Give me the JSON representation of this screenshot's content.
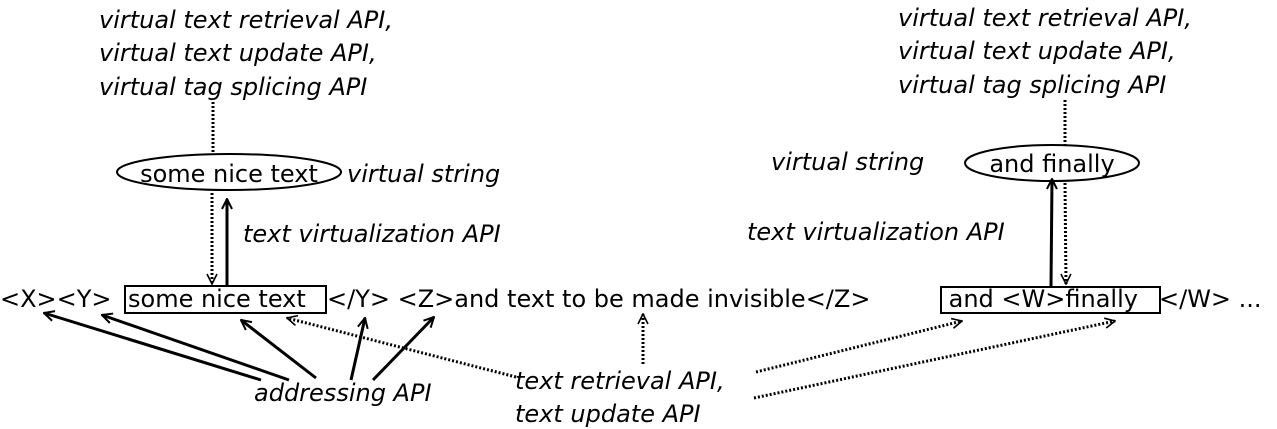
{
  "api_block_left": [
    "virtual text retrieval API,",
    "virtual text update API,",
    "virtual tag splicing API"
  ],
  "api_block_right": [
    "virtual text retrieval API,",
    "virtual text update API,",
    "virtual tag splicing API"
  ],
  "ellipse_left_text": "some nice text",
  "ellipse_right_text": "and finally",
  "virtual_string_label_left": "virtual string",
  "virtual_string_label_right": "virtual string",
  "text_virtualization_label_left": "text virtualization API",
  "text_virtualization_label_right": "text virtualization API",
  "markup_line": {
    "seg_xy_open": "<X><Y>",
    "boxed_left": "some nice text",
    "seg_middle": "</Y> <Z>and text to be made invisible</Z>",
    "boxed_right": " and <W>finally",
    "seg_tail": "</W> ..."
  },
  "addressing_label": "addressing API",
  "text_retrieval_label": "text retrieval API,",
  "text_update_label": "text update API"
}
